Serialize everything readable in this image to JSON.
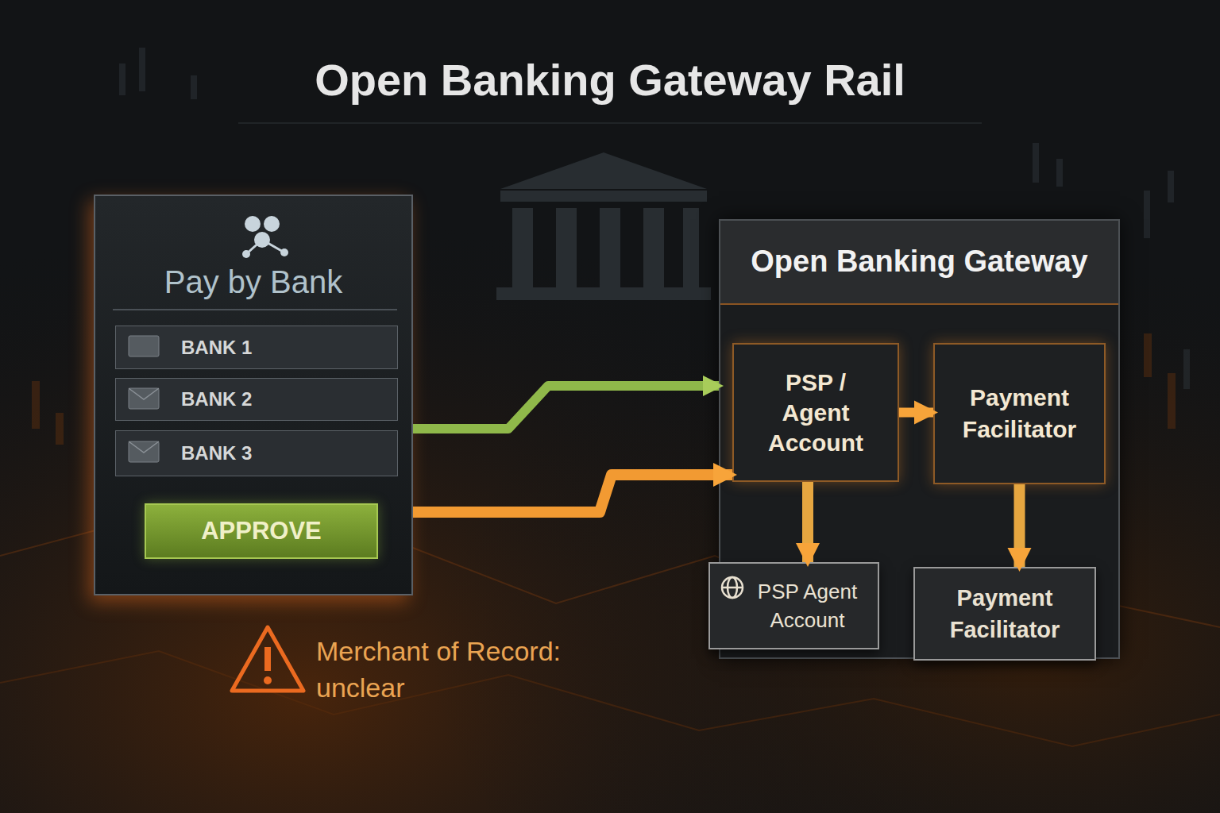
{
  "diagram": {
    "title": "Open Banking Gateway Rail",
    "nodes": [
      {
        "text": [
          "Pay by Bank"
        ]
      },
      {
        "text": [
          "BANK 1"
        ],
        "in": 0
      },
      {
        "text": [
          "BANK 2"
        ],
        "in": 0
      },
      {
        "text": [
          "BANK 3"
        ],
        "in": 0
      },
      {
        "text": [
          "APPROVE"
        ],
        "in": 0
      },
      {
        "text": [
          "Open Banking Gateway"
        ]
      },
      {
        "text": [
          "PSP / Agent Account"
        ],
        "in": 5
      },
      {
        "text": [
          "Payment Facilitator"
        ],
        "in": 5
      },
      {
        "text": [
          "PSP Agent Account"
        ],
        "in": 5
      },
      {
        "text": [
          "Payment Facilitator"
        ],
        "in": 5
      }
    ],
    "edges": [
      {
        "from": 0,
        "to": 5,
        "arrow": "to"
      },
      {
        "from": 0,
        "to": 6,
        "arrow": "to"
      },
      {
        "from": 6,
        "to": 7,
        "arrow": "to"
      },
      {
        "from": 6,
        "to": 8,
        "arrow": "to"
      },
      {
        "from": 7,
        "to": 9,
        "arrow": "to"
      }
    ],
    "labels": [
      "Merchant of Record: unclear"
    ]
  }
}
